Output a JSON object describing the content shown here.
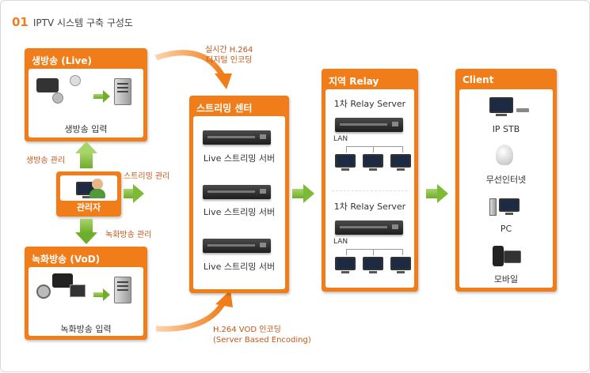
{
  "heading": {
    "number": "01",
    "title": "IPTV 시스템 구축 구성도"
  },
  "live_panel": {
    "title": "생방송 (Live)",
    "caption": "생방송 입력"
  },
  "vod_panel": {
    "title": "녹화방송 (VoD)",
    "caption": "녹화방송 입력"
  },
  "admin": {
    "label": "관리자",
    "live_mgmt": "생방송 관리",
    "stream_mgmt": "스트리밍 관리",
    "vod_mgmt": "녹화방송 관리"
  },
  "encoding_top": {
    "line1": "실시간 H.264",
    "line2": "디지털 인코딩"
  },
  "encoding_bottom": {
    "line1": "H.264 VOD 인코딩",
    "line2": "(Server Based Encoding)"
  },
  "streaming_center": {
    "title": "스트리밍 센터",
    "servers": [
      "Live 스트리밍 서버",
      "Live 스트리밍 서버",
      "Live 스트리밍 서버"
    ]
  },
  "relay": {
    "title": "지역 Relay",
    "groups": [
      {
        "server": "1차 Relay Server",
        "lan": "LAN"
      },
      {
        "server": "1차 Relay Server",
        "lan": "LAN"
      }
    ]
  },
  "client": {
    "title": "Client",
    "items": [
      {
        "label": "IP STB",
        "icon": "tv-stb-icon"
      },
      {
        "label": "무선인터넷",
        "icon": "wireless-icon"
      },
      {
        "label": "PC",
        "icon": "pc-icon"
      },
      {
        "label": "모바일",
        "icon": "mobile-icon"
      }
    ]
  },
  "colors": {
    "accent": "#f07d1a",
    "arrow_green": "#7dba35",
    "label_orange": "#c0571a"
  }
}
